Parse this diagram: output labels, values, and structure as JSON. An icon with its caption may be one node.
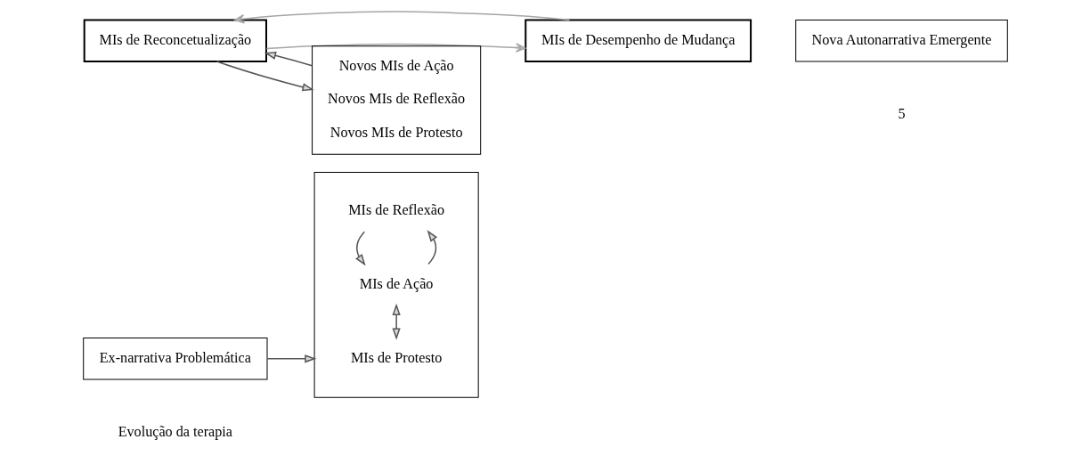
{
  "diagram": {
    "nodes": [
      {
        "text": [
          "Ex-narrativa Problemática"
        ]
      },
      {
        "text": [],
        "shape": "box"
      },
      {
        "text": [
          "MIs de Protesto"
        ],
        "in": 1
      },
      {
        "text": [
          "MIs de Ação"
        ],
        "in": 1
      },
      {
        "text": [
          "MIs de Reflexão"
        ],
        "in": 1
      },
      {
        "text": [
          "MIs de Reconcetualização"
        ]
      },
      {
        "text": [
          "MIs de Desempenho de Mudança"
        ]
      },
      {
        "text": [
          "Novos MIs de Ação",
          "Novos MIs de Reflexão",
          "Novos MIs de Protesto"
        ]
      },
      {
        "text": [
          "Nova Autonarrativa Emergente"
        ]
      }
    ],
    "edges": [
      {
        "from": 0,
        "to": 1,
        "arrow": "to"
      },
      {
        "from": 2,
        "to": 3,
        "arrow": "both"
      },
      {
        "from": 3,
        "to": 4,
        "arrow": "to"
      },
      {
        "from": 4,
        "to": 3,
        "arrow": "to"
      },
      {
        "from": 5,
        "to": 7,
        "arrow": "to"
      },
      {
        "from": 7,
        "to": 5,
        "arrow": "to"
      },
      {
        "from": 5,
        "to": 6,
        "arrow": "to",
        "color": "#a6a6a6"
      },
      {
        "from": 6,
        "to": 5,
        "arrow": "to",
        "color": "#a6a6a6"
      }
    ],
    "labels": [
      "Evolução da terapia",
      "5"
    ]
  }
}
